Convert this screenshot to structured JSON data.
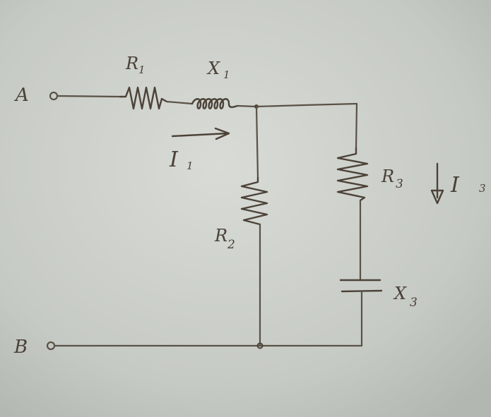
{
  "diagram": {
    "terminals": {
      "a": "A",
      "b": "B"
    },
    "components": {
      "r1": {
        "letter": "R",
        "sub": "1"
      },
      "x1": {
        "letter": "X",
        "sub": "1"
      },
      "r2": {
        "letter": "R",
        "sub": "2"
      },
      "r3": {
        "letter": "R",
        "sub": "3"
      },
      "x3": {
        "letter": "X",
        "sub": "3"
      }
    },
    "currents": {
      "i1": {
        "letter": "I",
        "sub": "1"
      },
      "i3": {
        "letter": "I",
        "sub": "3"
      }
    }
  }
}
